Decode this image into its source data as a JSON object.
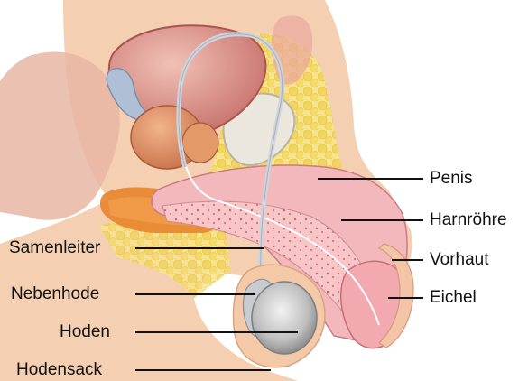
{
  "labels": {
    "penis": "Penis",
    "harnroehre": "Harnröhre",
    "vorhaut": "Vorhaut",
    "eichel": "Eichel",
    "samenleiter": "Samenleiter",
    "nebenhode": "Nebenhode",
    "hoden": "Hoden",
    "hodensack": "Hodensack"
  },
  "colors": {
    "skin": "#f3c9a8",
    "fat": "#f2dd6a",
    "tissue_pink": "#f2b6b8",
    "bladder": "#d98a86",
    "prostate": "#e39a6a",
    "testis": "#c9c9c9",
    "duct": "#cfd4dc",
    "leader_line": "#111111"
  }
}
